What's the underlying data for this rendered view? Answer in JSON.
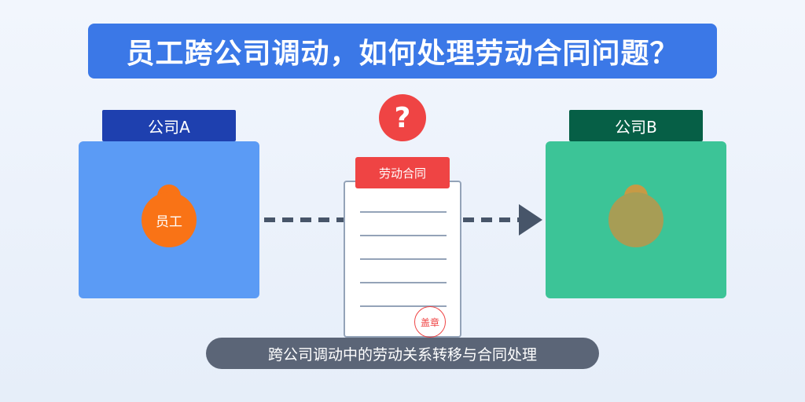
{
  "title": "员工跨公司调动，如何处理劳动合同问题？",
  "company_a": {
    "label": "公司A",
    "person_label": "员工"
  },
  "company_b": {
    "label": "公司B"
  },
  "question": {
    "glyph": "?"
  },
  "contract": {
    "header": "劳动合同",
    "seal": "盖章"
  },
  "caption": "跨公司调动中的劳动关系转移与合同处理",
  "colors": {
    "title_bg": "#3b78e7",
    "company_a_label": "#1e40af",
    "company_a_box": "#5b9bf5",
    "company_b_label": "#065f46",
    "company_b_box": "#3cc497",
    "employee": "#f97316",
    "accent_red": "#ef4444",
    "arrow": "#475569",
    "caption_bg": "#5b6577"
  },
  "icons": {
    "question": "question-mark-icon",
    "employee": "person-icon",
    "arrow": "arrow-right-icon",
    "seal": "seal-stamp-icon"
  }
}
